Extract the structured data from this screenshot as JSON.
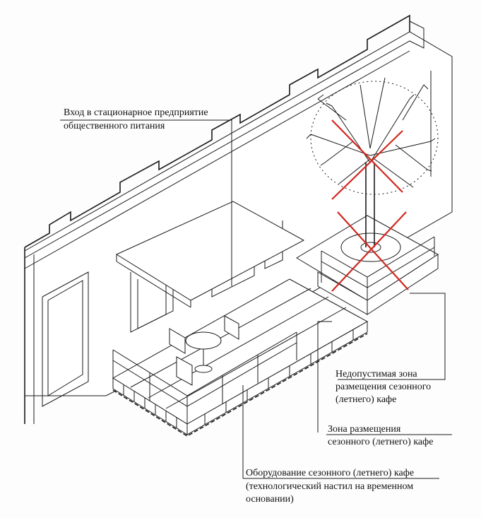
{
  "labels": {
    "entrance": [
      "Вход в стационарное предприятие",
      "общественного питания"
    ],
    "forbidden_zone": [
      "Недопустимая зона",
      "размещения сезонного",
      "(летнего) кафе"
    ],
    "allowed_zone": [
      "Зона размещения",
      "сезонного (летнего) кафе"
    ],
    "equipment": [
      "Оборудование сезонного (летнего) кафе",
      "(технологический настил на временном",
      "основании)"
    ]
  },
  "colors": {
    "prohibition_mark": "#d0281e",
    "line": "#1a1a1a"
  }
}
